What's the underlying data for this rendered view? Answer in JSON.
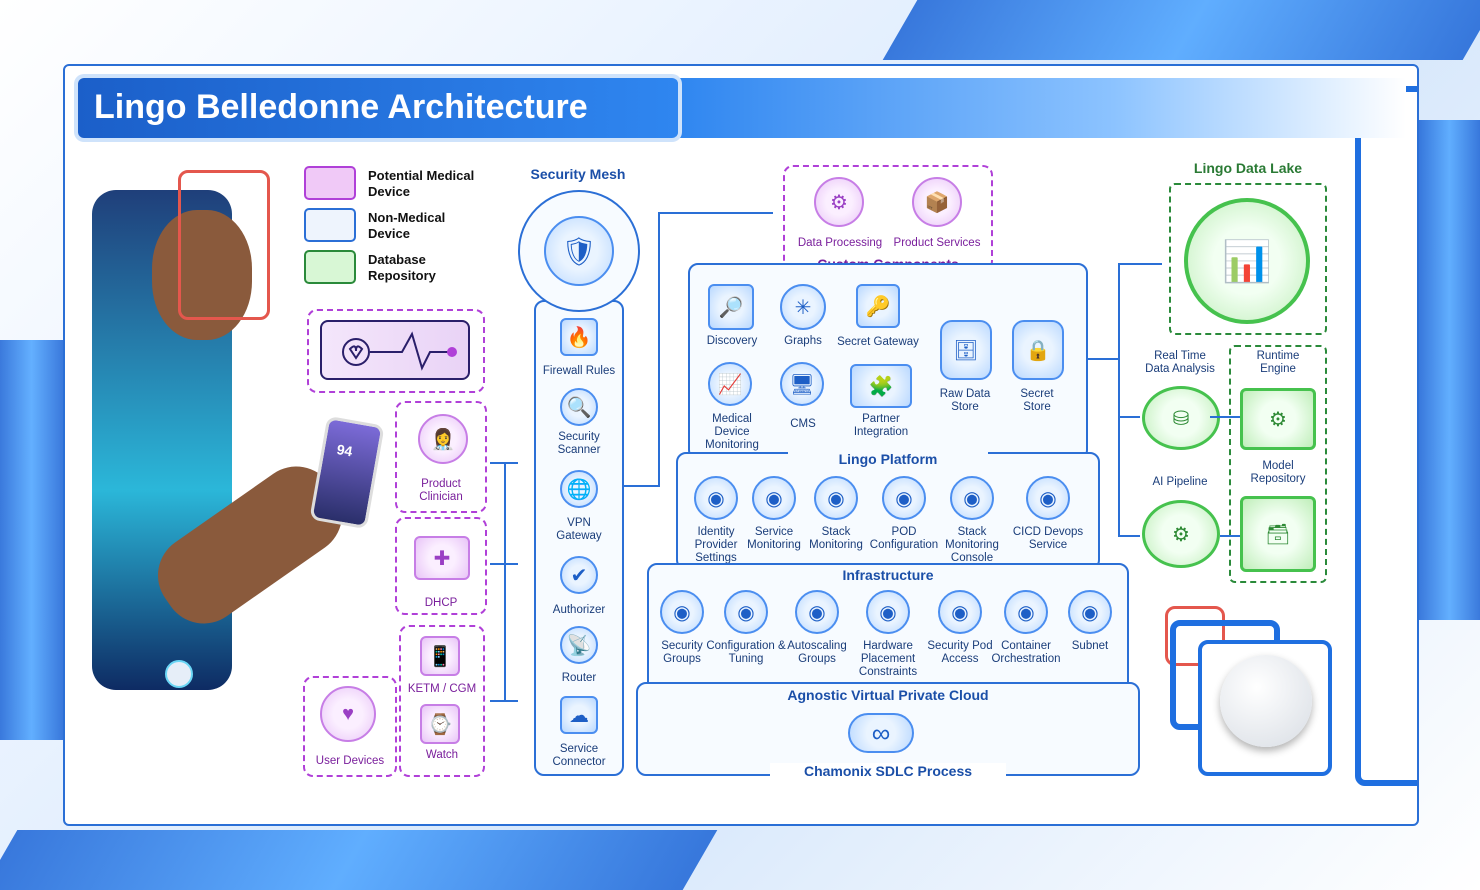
{
  "title": "Lingo Belledonne Architecture",
  "legend": [
    {
      "label": "Potential Medical Device",
      "color": "#f0c9f7",
      "border": "#b040d8"
    },
    {
      "label": "Non-Medical Device",
      "color": "#eef4fd",
      "border": "#2b6fd6"
    },
    {
      "label": "Database Repository",
      "color": "#d8f7d5",
      "border": "#2a8a3a"
    }
  ],
  "user_side": {
    "product_clinician": "Product Clinician",
    "dhcp": "DHCP",
    "ketm": "KETM / CGM",
    "watch": "Watch",
    "user_devices": "User Devices"
  },
  "security_mesh": {
    "title": "Security Mesh",
    "items": [
      "Firewall Rules",
      "Security Scanner",
      "VPN Gateway",
      "Authorizer",
      "Router",
      "Service Connector"
    ]
  },
  "custom_components": {
    "title": "Custom Components",
    "items": [
      "Data Processing",
      "Product Services"
    ]
  },
  "platform_top": {
    "items": [
      "Discovery",
      "Graphs",
      "Secret Gateway",
      "Medical Device Monitoring",
      "CMS",
      "Partner Integration",
      "Raw Data Store",
      "Secret Store"
    ]
  },
  "lingo_platform": {
    "title": "Lingo Platform",
    "items": [
      "Identity Provider Settings",
      "Service Monitoring",
      "Stack Monitoring",
      "POD Configuration",
      "Stack Monitoring Console",
      "CICD Devops Service"
    ]
  },
  "infrastructure": {
    "title": "Infrastructure",
    "items": [
      "Security Groups",
      "Configuration & Tuning",
      "Autoscaling Groups",
      "Hardware Placement Constraints",
      "Security Pod Access",
      "Container Orchestration",
      "Subnet"
    ]
  },
  "vpc": {
    "title": "Agnostic Virtual Private Cloud",
    "sdlc": "Chamonix  SDLC Process"
  },
  "data_lake": {
    "title": "Lingo Data Lake",
    "real_time": "Real Time Data Analysis",
    "runtime": "Runtime Engine",
    "ai": "AI Pipeline",
    "model": "Model Repository"
  },
  "phone_reading": "94"
}
